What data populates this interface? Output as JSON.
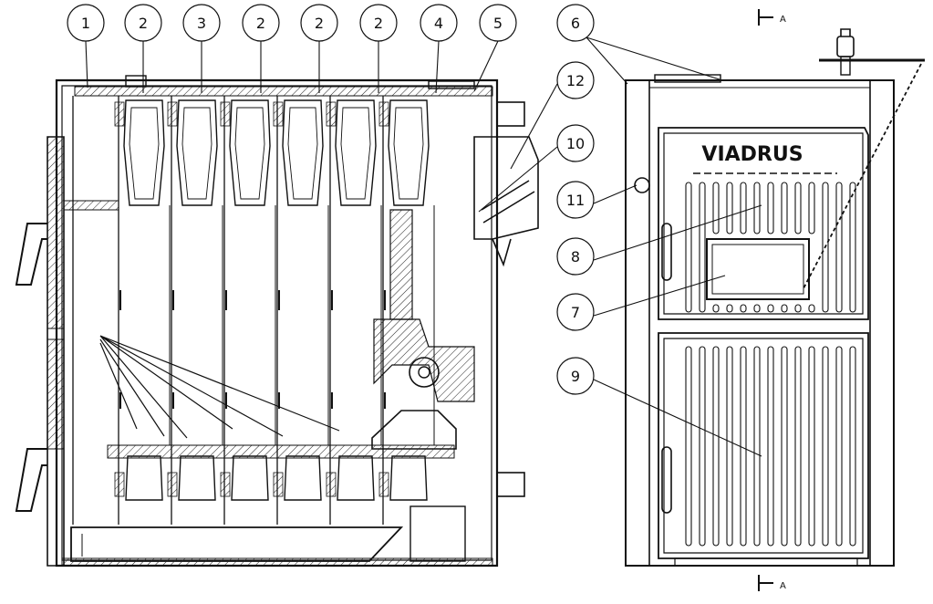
{
  "callouts": [
    "1",
    "2",
    "3",
    "2",
    "2",
    "2",
    "4",
    "5",
    "6",
    "12",
    "10",
    "11",
    "8",
    "7",
    "9"
  ],
  "brand": "VIADRUS",
  "section_marks": [
    "A",
    "A"
  ]
}
